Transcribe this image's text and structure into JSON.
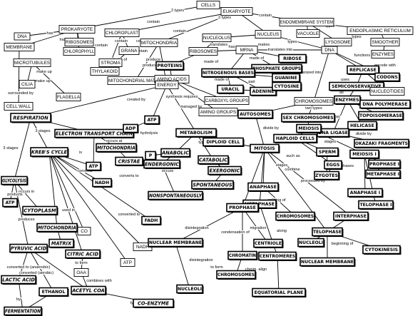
{
  "nodes": {
    "cells": "CELLS",
    "eukaryote": "EUKARYOTE",
    "prokaryote": "PROKARYOTE",
    "endomembrane": "ENDOMEMBRANE SYSTEM",
    "dna_l": "DNA",
    "membrane": "MEMBRANE",
    "ribosomes_l": "RIBOSOMES",
    "chloroplast": "CHLOROPLAST",
    "chlorophyll": "CHLOROPHYLL",
    "microtubules": "MICROTUBULES",
    "grana": "GRANA",
    "stroma": "STROMA",
    "thylakoid": "THYLAKOID",
    "mitochondria_top": "MITOCHONDRIA",
    "mito_matrix": "MITOCHONDRIAL MATRIX",
    "cilia": "CILIA",
    "flagella": "FLAGELLA",
    "cell_wall": "CELL WALL",
    "nucleolus": "NUCLEOLUS",
    "nucleus": "NUCLEUS",
    "vacuole": "VACUOLE",
    "er": "ENDOPLASMIC RETICULUM",
    "lysosome": "LYSOSOME",
    "smoother": "SMOOTHER",
    "enzymes_top": "ENZYMES",
    "ribosomes_m": "RIBOSOMES",
    "mrna": "MRNA",
    "dna_r": "DNA",
    "ribose": "RIBOSE",
    "proteins": "PROTEINS",
    "phosphate_groups": "PHOSPHATE GROUPS",
    "nitrogenous_bases": "NITROGENOUS BASES",
    "guanine": "GUANINE",
    "amino_acids": "AMINO ACIDS",
    "uracil": "URACIL",
    "adenine": "ADENINE",
    "cytosine": "CYTOSINE",
    "carboxyl": "CARBOXYL GROUPS",
    "amino_groups": "AMINO GROUPS",
    "energy": "ENERGY",
    "replicase": "REPLICASE",
    "codons": "CODONS",
    "semiconservative": "SEMICONSERVATIVE",
    "nucleotides": "NUCLEOTIDES",
    "chromosomes_r": "CHROMOSOMES",
    "enzymes_r": "ENZYMES",
    "dna_polymerase": "DNA POLYMERASE",
    "topoisomerase": "TOPOISOMERASE",
    "helicase": "HELICASE",
    "dna_ligase": "DNA LIGASE",
    "okazaki": "OKAZAKI FRAGMENTS",
    "respiration": "RESPIRATION",
    "etc": "ELECTRON TRANSPORT CHAIN",
    "atp_top": "ATP",
    "adp": "ADP",
    "metabolism": "METABOLISM",
    "autosomes": "AUTOSOMES",
    "sex_chromosomes": "SEX CHROMOSOMES",
    "meiosis_top": "MEIOSIS",
    "haploid_cells": "HAPLOID CELLS",
    "diploid_cell": "DIPLOID CELL",
    "mitosis": "MITOSIS",
    "meiosis_r": "MEIOSIS I",
    "prophase_i": "PROPHASE I",
    "metaphase_i": "METAPHASE I",
    "anaphase_i": "ANAPHASE I",
    "telophase_i": "TELOPHASE I",
    "sperm": "SPERM",
    "eggs": "EGGS",
    "zygotes": "ZYGOTES",
    "anabolic": "ANABOLIC",
    "catabolic": "CATABOLIC",
    "p": "P",
    "mitochondria_mid": "MITOCHONDRIA",
    "cristae": "CRISTAE",
    "atp_mid": "ATP",
    "endergonic": "ENDERGONIC",
    "exergonic": "EXERGONIC",
    "spontaneous": "SPONTANEOUS",
    "nonspontaneously": "NONSPONTANEOUSLY",
    "glycolysis": "GLYCOLYSIS",
    "krebs": "KREB'S CYCLE",
    "atp_left": "ATP",
    "nadh_mid": "NADH",
    "fadh": "FADH",
    "cytoplasm": "CYTOPLASM",
    "mitochondria_low": "MITOCHONDRIA",
    "co2": "CO",
    "matrix": "MATRIX",
    "citric_acid": "CITRIC ACID",
    "atp_low": "ATP",
    "nadh_low": "NADH",
    "pyruvic": "PYRUVIC ACID",
    "oaa": "OAA",
    "lactic": "LACTIC ACID",
    "ethanol": "ETHANOL",
    "acetyl": "ACETYL COA",
    "coenzyme": "CO-ENZYME",
    "fermentation": "FERMENTATION",
    "anaphase": "ANAPHASE",
    "metaphase": "METAPHASE",
    "prophase": "PROPHASE",
    "chromosomes_mid": "CHROMOSOMES",
    "interphase": "INTERPHASE",
    "nuclear_membrane_l": "NUCLEAR MEMBRANE",
    "centriole": "CENTRIOLE",
    "telophase": "TELOPHASE",
    "nucleoli_mid": "NUCLEOLI",
    "chromatin": "CHROMATIN",
    "centromeres": "CENTROMERES",
    "nuclear_membrane_r": "NUCLEAR MEMBRANE",
    "cytokinesis": "CYTOKINESIS",
    "chromosomes_low": "CHROMOSOMES",
    "nucleoli_low": "NUCLEOLI",
    "equatorial": "EQUATORIAL PLANE"
  },
  "labels": [
    "2 types",
    "2 types",
    "has",
    "has",
    "contain",
    "contain",
    "contain",
    "contain",
    "contain",
    "types",
    "types",
    "types",
    "makes",
    "has",
    "contain",
    "contain",
    "stacks of",
    "produce",
    "make up",
    "make up",
    "surrounded by",
    "translates",
    "translates into",
    "made of",
    "made of",
    "functions",
    "produce",
    "made of",
    "pair",
    "pair",
    "organized into",
    "encode with",
    "uses",
    "as",
    "as",
    "synthesis requires",
    "managed by",
    "created by",
    "3 stages",
    "occurs at",
    "hydrolysis",
    "types",
    "two types",
    "divide by",
    "and result",
    "stages",
    "such as",
    "combine",
    "proceeded by",
    "phases",
    "divide by",
    "3 stages",
    "occurs in",
    "is",
    "converts",
    "converts to",
    "products",
    "produces",
    "used in",
    "converted to",
    "converted to (anaerobic)",
    "converted (aerobic)",
    "to form",
    "combines with",
    "type of",
    "disintegration",
    "migration",
    "condensation of",
    "disintegration",
    "to form",
    "chrom. align",
    "splitting of",
    "along",
    "beginning of",
    "stages",
    "occurs",
    "by"
  ]
}
